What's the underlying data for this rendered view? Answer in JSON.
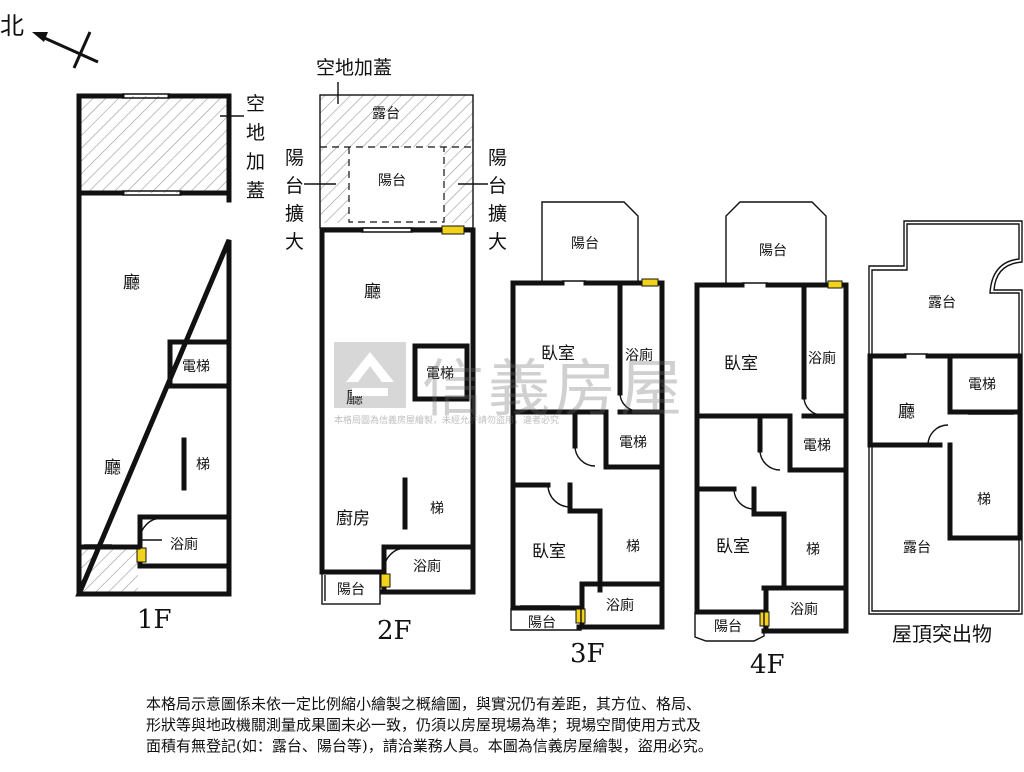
{
  "north": "北",
  "floors": {
    "f1": {
      "label": "1F",
      "rooms": [
        "廳",
        "廳",
        "電梯",
        "梯",
        "浴廁"
      ],
      "side_label": [
        "空",
        "地",
        "加",
        "蓋"
      ]
    },
    "f2": {
      "label": "2F",
      "top_label": "空地加蓋",
      "rooms": [
        "露台",
        "陽台",
        "廳",
        "廳",
        "電梯",
        "廚房",
        "梯",
        "浴廁",
        "陽台"
      ],
      "left_label": [
        "陽",
        "台",
        "擴",
        "大"
      ],
      "right_label": [
        "陽",
        "台",
        "擴",
        "大"
      ]
    },
    "f3": {
      "label": "3F",
      "rooms": [
        "陽台",
        "臥室",
        "浴廁",
        "電梯",
        "臥室",
        "梯",
        "浴廁",
        "陽台"
      ]
    },
    "f4": {
      "label": "4F",
      "rooms": [
        "陽台",
        "臥室",
        "浴廁",
        "電梯",
        "臥室",
        "梯",
        "浴廁",
        "陽台"
      ]
    },
    "roof": {
      "label": "屋頂突出物",
      "rooms": [
        "露台",
        "電梯",
        "廳",
        "梯",
        "露台"
      ]
    }
  },
  "watermark": {
    "brand": "信義房屋",
    "subtitle": "本格局圖為信義房屋繪製，未經允許請勿盜用，違者必究"
  },
  "disclaimer": [
    "本格局示意圖係未依一定比例縮小繪製之概繪圖，與實況仍有差距，其方位、格局、",
    "形狀等與地政機關測量成果圖未必一致，仍須以房屋現場為準；現場空間使用方式及",
    "面積有無登記(如：露台、陽台等)，請洽業務人員。本圖為信義房屋繪製，盜用必究。"
  ]
}
